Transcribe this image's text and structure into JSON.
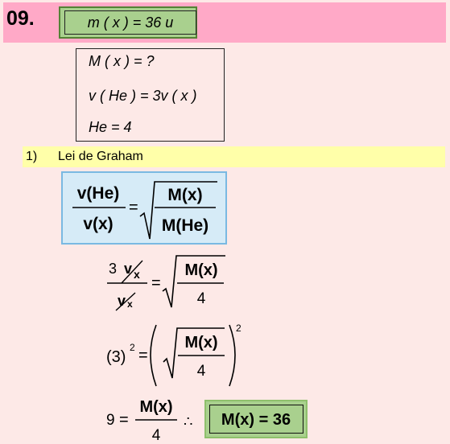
{
  "header": {
    "question_number": "09.",
    "result_formula": "m ( x )  =  36 u"
  },
  "given": {
    "lines": [
      "M ( x )  =  ?",
      "v ( He )  = 3v ( x )",
      "He  = 4"
    ]
  },
  "step": {
    "number": "1)",
    "label": "Lei de Graham"
  },
  "graham_law": {
    "lhs_num": "v(He)",
    "lhs_den": "v(x)",
    "rhs_num": "M(x)",
    "rhs_den": "M(He)"
  },
  "substitution": {
    "lhs_coef": "3",
    "lhs_v": "v",
    "lhs_sub": "x",
    "den_v": "v",
    "den_sub": "x",
    "rhs_num": "M(x)",
    "rhs_den": "4"
  },
  "squared": {
    "base": "(3)",
    "exp": "2",
    "rhs_num": "M(x)",
    "rhs_den": "4",
    "outer_exp": "2"
  },
  "final": {
    "lhs": "9",
    "num": "M(x)",
    "den": "4",
    "therefore": "∴",
    "answer": "M(x) = 36"
  },
  "colors": {
    "background": "#fde9e7",
    "header": "#ffa9c7",
    "result_green": "#a9d08e",
    "step_yellow": "#ffffa9",
    "law_blue": "#d6ebf7"
  }
}
